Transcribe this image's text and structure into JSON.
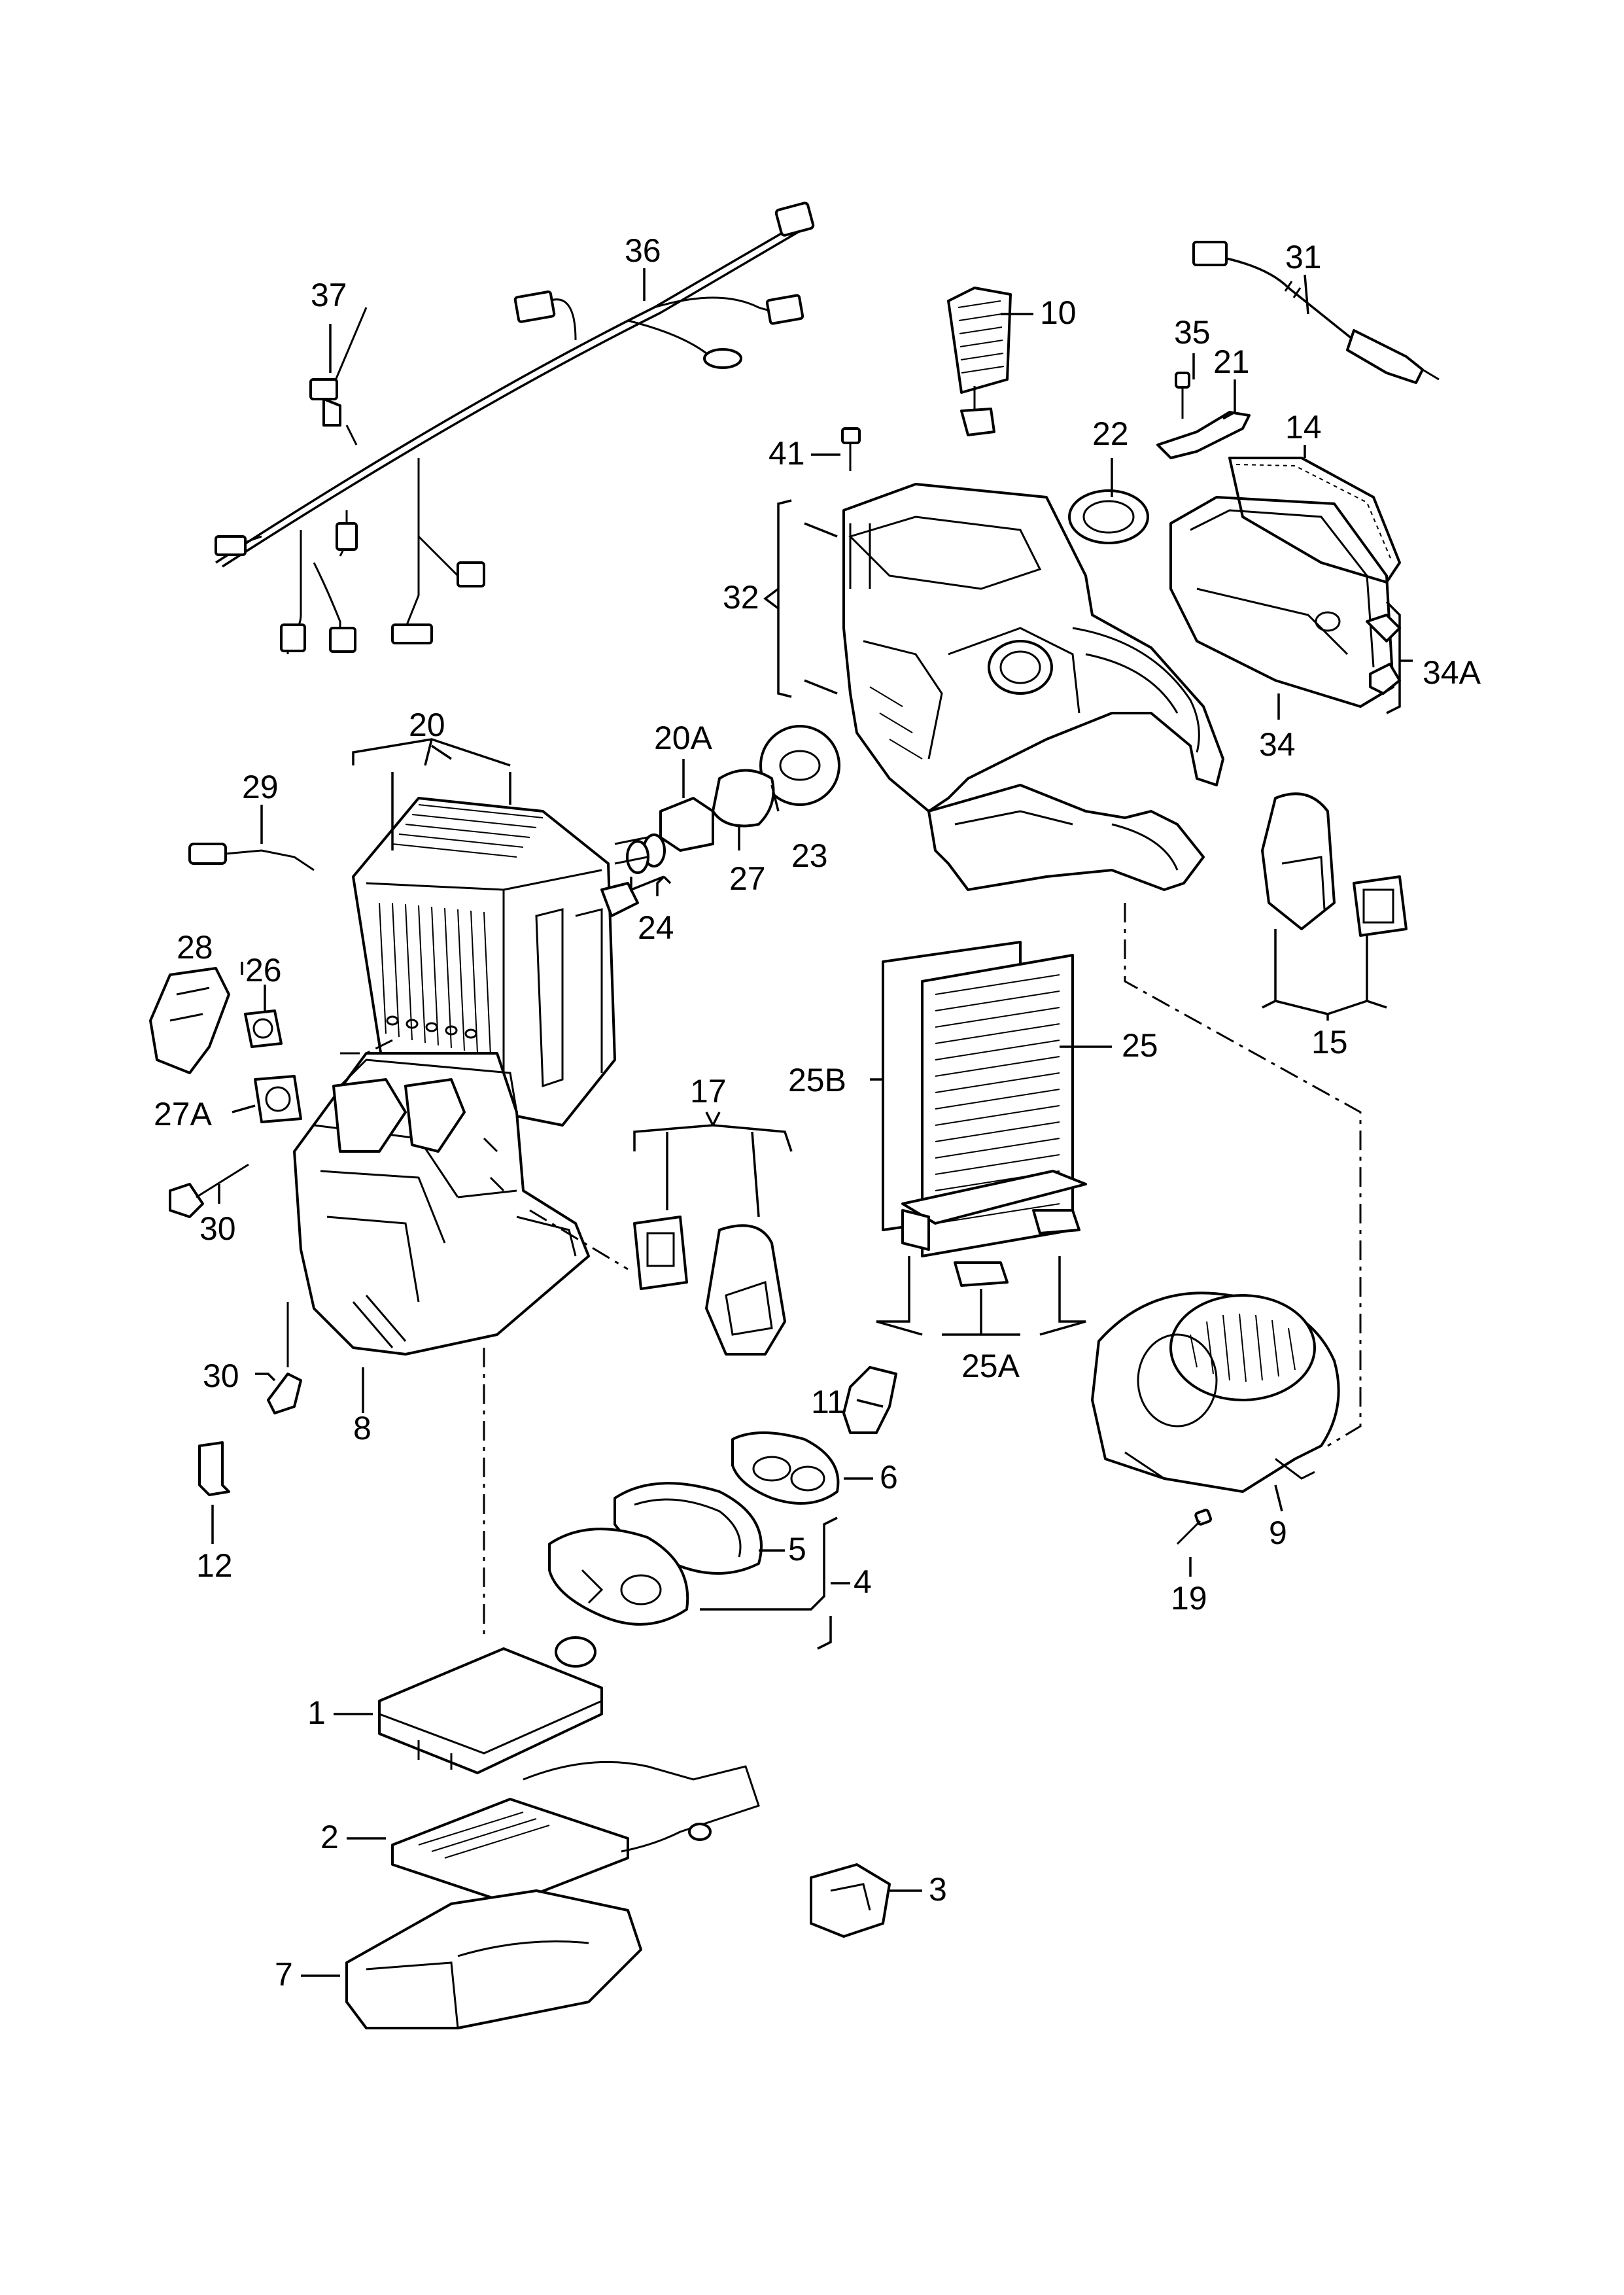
{
  "callouts": [
    {
      "id": "1",
      "text": "1"
    },
    {
      "id": "2",
      "text": "2"
    },
    {
      "id": "3",
      "text": "3"
    },
    {
      "id": "4",
      "text": "4"
    },
    {
      "id": "5",
      "text": "5"
    },
    {
      "id": "6",
      "text": "6"
    },
    {
      "id": "7",
      "text": "7"
    },
    {
      "id": "8",
      "text": "8"
    },
    {
      "id": "9",
      "text": "9"
    },
    {
      "id": "10",
      "text": "10"
    },
    {
      "id": "11",
      "text": "11"
    },
    {
      "id": "12",
      "text": "12"
    },
    {
      "id": "14",
      "text": "14"
    },
    {
      "id": "15",
      "text": "15"
    },
    {
      "id": "17",
      "text": "17"
    },
    {
      "id": "19",
      "text": "19"
    },
    {
      "id": "20",
      "text": "20"
    },
    {
      "id": "20A",
      "text": "20A"
    },
    {
      "id": "21",
      "text": "21"
    },
    {
      "id": "22",
      "text": "22"
    },
    {
      "id": "23",
      "text": "23"
    },
    {
      "id": "24",
      "text": "24"
    },
    {
      "id": "25",
      "text": "25"
    },
    {
      "id": "25A",
      "text": "25A"
    },
    {
      "id": "25B",
      "text": "25B"
    },
    {
      "id": "26",
      "text": "26"
    },
    {
      "id": "27",
      "text": "27"
    },
    {
      "id": "27A",
      "text": "27A"
    },
    {
      "id": "28",
      "text": "28"
    },
    {
      "id": "29",
      "text": "29"
    },
    {
      "id": "30a",
      "text": "30"
    },
    {
      "id": "30b",
      "text": "30"
    },
    {
      "id": "31",
      "text": "31"
    },
    {
      "id": "32",
      "text": "32"
    },
    {
      "id": "34",
      "text": "34"
    },
    {
      "id": "34A",
      "text": "34A"
    },
    {
      "id": "35",
      "text": "35"
    },
    {
      "id": "36",
      "text": "36"
    },
    {
      "id": "37",
      "text": "37"
    },
    {
      "id": "41",
      "text": "41"
    }
  ]
}
